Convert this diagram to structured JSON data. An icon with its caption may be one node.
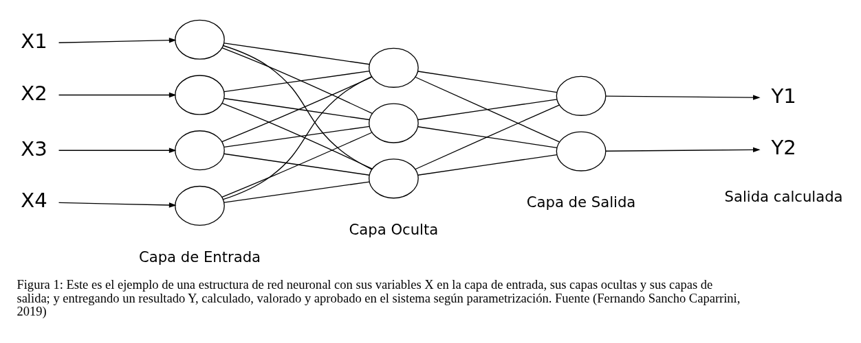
{
  "diagram": {
    "caption": "Figura 1: Este es el ejemplo de una estructura de red neuronal con sus variables X en la capa de entrada, sus capas ocultas y sus capas de salida; y entregando un resultado Y, calculado, valorado y aprobado en el sistema según parametrización. Fuente (Fernando Sancho Caparrini, 2019)",
    "nodes": [
      {
        "text": [
          "X1"
        ]
      },
      {
        "text": [
          "X2"
        ]
      },
      {
        "text": [
          "X3"
        ]
      },
      {
        "text": [
          "X4"
        ]
      },
      {
        "text": [],
        "shape": "circle"
      },
      {
        "text": [],
        "shape": "circle"
      },
      {
        "text": [],
        "shape": "circle"
      },
      {
        "text": [],
        "shape": "circle"
      },
      {
        "text": [],
        "shape": "circle"
      },
      {
        "text": [],
        "shape": "circle"
      },
      {
        "text": [],
        "shape": "circle"
      },
      {
        "text": [],
        "shape": "circle"
      },
      {
        "text": [],
        "shape": "circle"
      },
      {
        "text": [
          "Y1"
        ]
      },
      {
        "text": [
          "Y2"
        ]
      }
    ],
    "edges": [
      {
        "from": 0,
        "to": 4,
        "arrow": "to"
      },
      {
        "from": 1,
        "to": 5,
        "arrow": "to"
      },
      {
        "from": 2,
        "to": 6,
        "arrow": "to"
      },
      {
        "from": 3,
        "to": 7,
        "arrow": "to"
      },
      {
        "from": 4,
        "to": 8,
        "arrow": "none"
      },
      {
        "from": 4,
        "to": 9,
        "arrow": "none"
      },
      {
        "from": 4,
        "to": 10,
        "arrow": "none"
      },
      {
        "from": 5,
        "to": 8,
        "arrow": "none"
      },
      {
        "from": 5,
        "to": 9,
        "arrow": "none"
      },
      {
        "from": 5,
        "to": 10,
        "arrow": "none"
      },
      {
        "from": 6,
        "to": 8,
        "arrow": "none"
      },
      {
        "from": 6,
        "to": 9,
        "arrow": "none"
      },
      {
        "from": 6,
        "to": 10,
        "arrow": "none"
      },
      {
        "from": 7,
        "to": 8,
        "arrow": "none"
      },
      {
        "from": 7,
        "to": 9,
        "arrow": "none"
      },
      {
        "from": 7,
        "to": 10,
        "arrow": "none"
      },
      {
        "from": 8,
        "to": 11,
        "arrow": "none"
      },
      {
        "from": 8,
        "to": 12,
        "arrow": "none"
      },
      {
        "from": 9,
        "to": 11,
        "arrow": "none"
      },
      {
        "from": 9,
        "to": 12,
        "arrow": "none"
      },
      {
        "from": 10,
        "to": 11,
        "arrow": "none"
      },
      {
        "from": 10,
        "to": 12,
        "arrow": "none"
      },
      {
        "from": 11,
        "to": 13,
        "arrow": "to"
      },
      {
        "from": 12,
        "to": 14,
        "arrow": "to"
      }
    ],
    "labels": [
      "Capa de Entrada",
      "Capa Oculta",
      "Capa de Salida",
      "Salida calculada"
    ]
  }
}
